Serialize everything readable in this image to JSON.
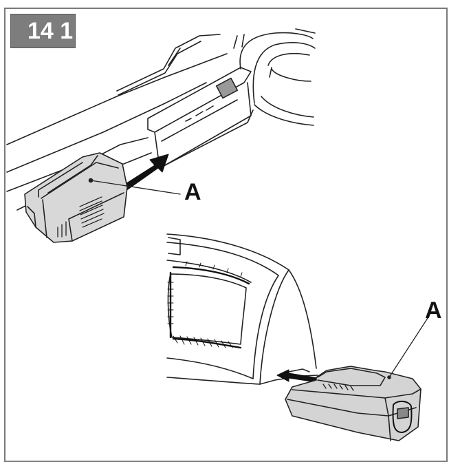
{
  "figure": {
    "number_label": "14 1",
    "frame_color": "#7a7a7a",
    "badge_color": "#7d7d7d"
  },
  "callouts": [
    {
      "id": "A",
      "text": "A",
      "target": "battery-pack-top"
    },
    {
      "id": "A",
      "text": "A",
      "target": "battery-pack-bottom"
    }
  ],
  "illustrations": [
    {
      "name": "trimmer-handle-with-battery-slot",
      "action": "insert battery in direction of arrow"
    },
    {
      "name": "charger-dock-with-battery",
      "action": "slide battery into charger in direction of arrow"
    }
  ]
}
